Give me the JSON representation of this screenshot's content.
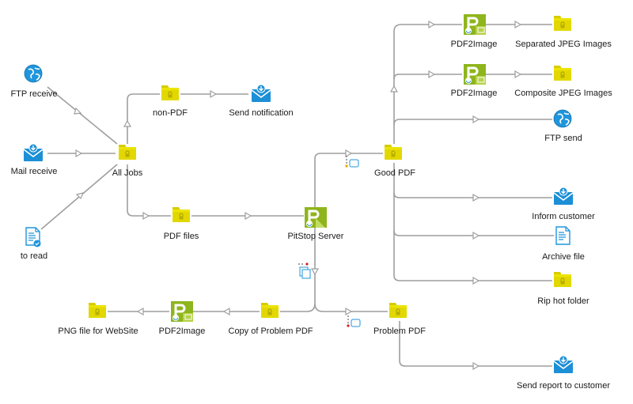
{
  "nodes": {
    "ftp_receive": "FTP receive",
    "mail_receive": "Mail receive",
    "to_read": "to read",
    "all_jobs": "All Jobs",
    "non_pdf": "non-PDF",
    "send_notification": "Send notification",
    "pdf_files": "PDF files",
    "pitstop_server": "PitStop Server",
    "good_pdf": "Good PDF",
    "pdf2image_top": "PDF2Image",
    "separated_jpeg": "Separated JPEG Images",
    "pdf2image_mid": "PDF2Image",
    "composite_jpeg": "Composite JPEG Images",
    "ftp_send": "FTP send",
    "inform_customer": "Inform customer",
    "archive_file": "Archive file",
    "rip_hot_folder": "Rip hot folder",
    "problem_pdf": "Problem PDF",
    "copy_problem_pdf": "Copy of Problem PDF",
    "pdf2image_bottom": "PDF2Image",
    "png_website": "PNG file for WebSite",
    "send_report": "Send report to customer"
  },
  "colors": {
    "folder": "#e2d800",
    "folder_dark": "#c9be00",
    "pitstop": "#8fb51c",
    "mail": "#1c8fd6",
    "globe": "#1f95dc",
    "connector": "#9e9e9e"
  },
  "icons": {
    "folder": "folder-icon",
    "mail": "mail-icon",
    "globe": "globe-icon",
    "document": "document-icon",
    "pitstop": "pitstop-icon"
  }
}
